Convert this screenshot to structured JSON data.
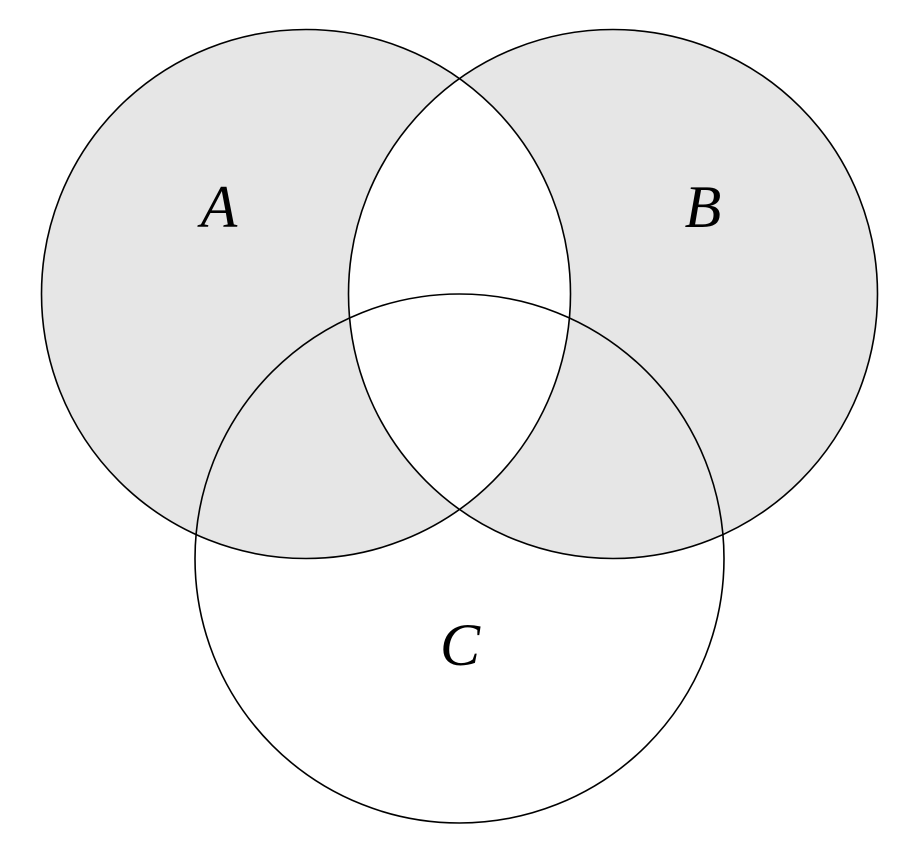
{
  "diagram": {
    "type": "venn",
    "description": "Three-set Venn diagram with the symmetric difference of A and B shaded gray; the A-B lens (including the triple overlap) and the C-only region are unshaded",
    "sets": [
      {
        "label": "A"
      },
      {
        "label": "B"
      },
      {
        "label": "C"
      }
    ],
    "shaded_region": "(A ∪ B) \\ (A ∩ B)",
    "unshaded_regions": [
      "A ∩ B",
      "A ∩ B ∩ C",
      "C only"
    ],
    "colors": {
      "shaded_fill": "#e6e6e6",
      "outline": "#000000",
      "background": "#ffffff"
    }
  }
}
